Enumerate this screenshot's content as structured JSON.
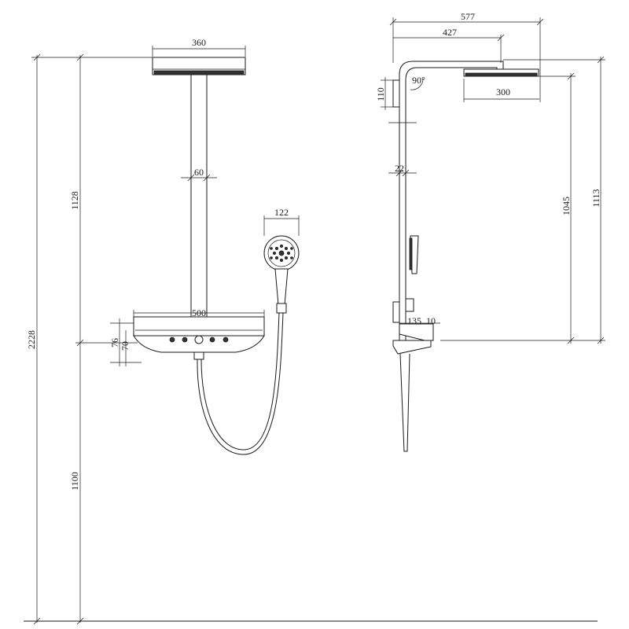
{
  "dimensions": {
    "overall_height": "2228",
    "upper_height": "1128",
    "lower_height": "1100",
    "head_width_front": "360",
    "pipe_width": "60",
    "handshower_width": "122",
    "shelf_width": "500",
    "shelf_height_outer": "76",
    "shelf_height_inner": "70",
    "arm_reach_outer": "577",
    "arm_reach_inner": "427",
    "arm_angle": "90°",
    "bracket_height": "110",
    "head_width_side": "300",
    "side_pipe_width": "22",
    "side_height_inner": "1045",
    "side_height_outer": "1113",
    "control_depth": "135",
    "control_offset": "10"
  },
  "colors": {
    "line": "#1a1a1a",
    "background": "#ffffff"
  }
}
